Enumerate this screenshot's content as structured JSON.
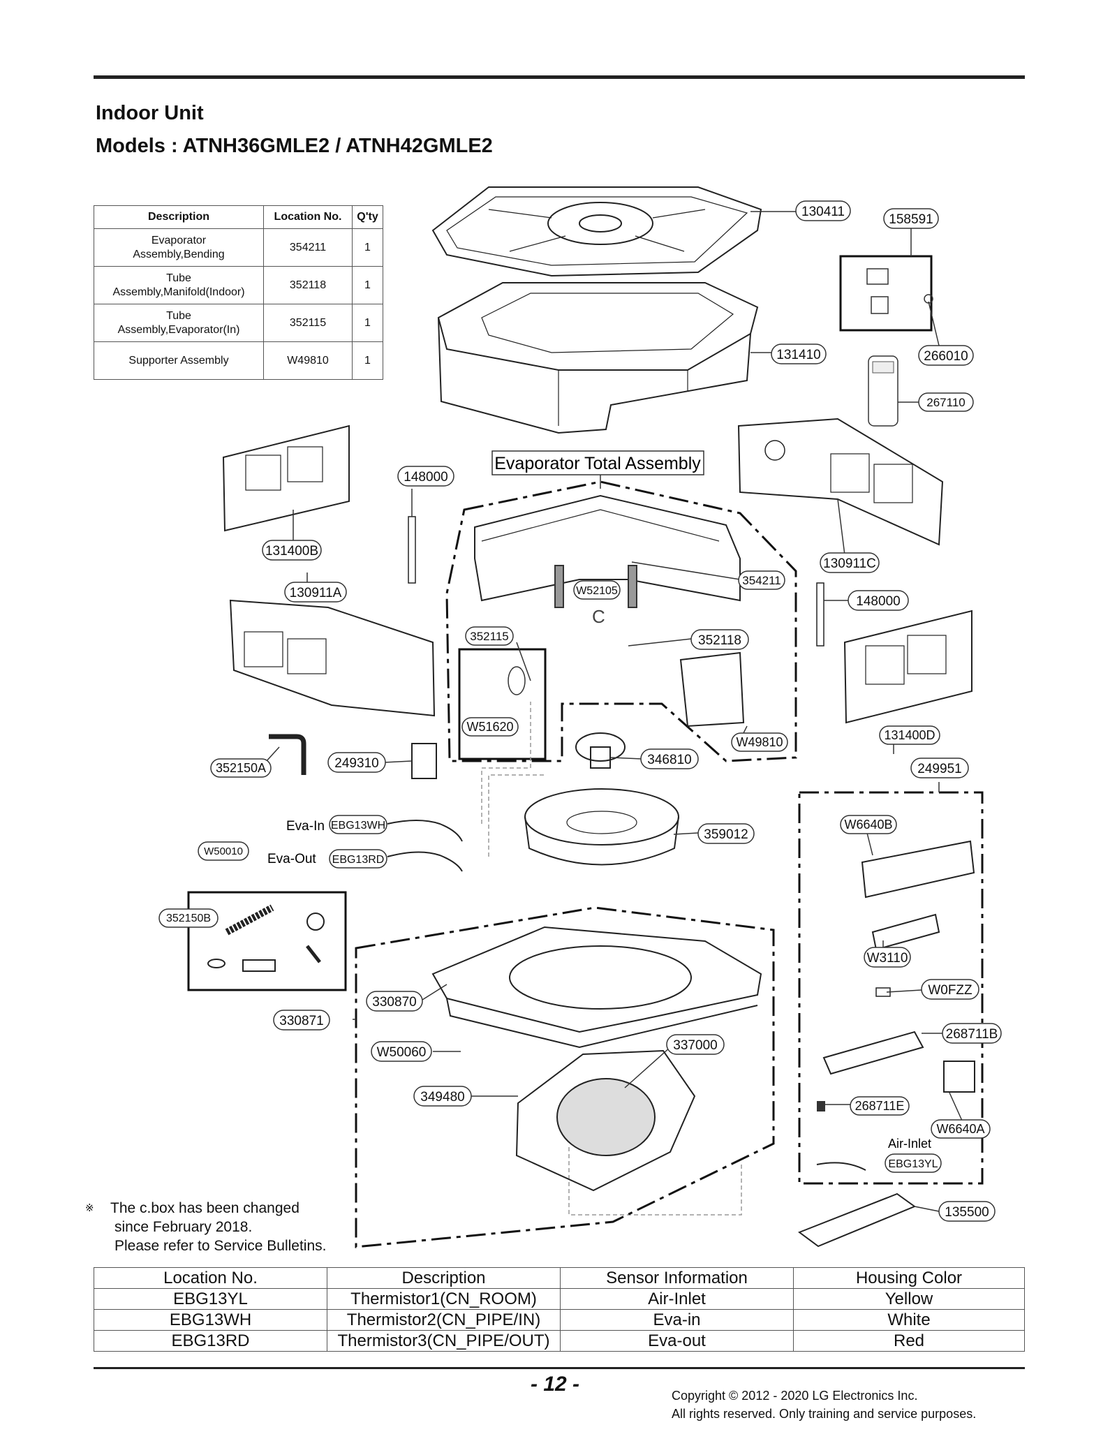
{
  "header": {
    "title": "Indoor Unit",
    "models": "Models : ATNH36GMLE2 / ATNH42GMLE2"
  },
  "parts_table": {
    "headers": [
      "Description",
      "Location No.",
      "Q'ty"
    ],
    "rows": [
      {
        "desc1": "Evaporator",
        "desc2": "Assembly,Bending",
        "loc": "354211",
        "qty": "1"
      },
      {
        "desc1": "Tube",
        "desc2": "Assembly,Manifold(Indoor)",
        "loc": "352118",
        "qty": "1"
      },
      {
        "desc1": "Tube",
        "desc2": "Assembly,Evaporator(In)",
        "loc": "352115",
        "qty": "1"
      },
      {
        "desc1": "Supporter Assembly",
        "desc2": "",
        "loc": "W49810",
        "qty": "1"
      }
    ]
  },
  "diagram": {
    "assembly_label": "Evaporator Total Assembly",
    "callouts": {
      "c130411": "130411",
      "c158591": "158591",
      "c131410": "131410",
      "c266010": "266010",
      "c267110": "267110",
      "c148000a": "148000",
      "c131400B": "131400B",
      "c130911C": "130911C",
      "c354211": "354211",
      "c130911A": "130911A",
      "c148000b": "148000",
      "cW52105": "W52105",
      "c352115": "352115",
      "c352118": "352118",
      "cW51620": "W51620",
      "cW49810": "W49810",
      "c131400D": "131400D",
      "c352150A": "352150A",
      "c249310": "249310",
      "c346810": "346810",
      "c249951": "249951",
      "cEBG13WH": "EBG13WH",
      "cEBG13RD": "EBG13RD",
      "c359012": "359012",
      "cW6640B": "W6640B",
      "cW50010": "W50010",
      "c352150B": "352150B",
      "cW3110": "W3110",
      "cW0FZZ": "W0FZZ",
      "c330870": "330870",
      "c330871": "330871",
      "c268711B": "268711B",
      "cW50060": "W50060",
      "c337000": "337000",
      "c349480": "349480",
      "c268711E": "268711E",
      "cW6640A": "W6640A",
      "cEBG13YL": "EBG13YL",
      "c135500": "135500"
    },
    "labels": {
      "eva_in": "Eva-In",
      "eva_out": "Eva-Out",
      "air_inlet": "Air-Inlet",
      "c_mark": "C"
    }
  },
  "note": {
    "mark": "※",
    "lines": [
      "The c.box has been changed",
      "since February 2018.",
      "Please refer to Service Bulletins."
    ]
  },
  "sensor_table": {
    "headers": [
      "Location No.",
      "Description",
      "Sensor Information",
      "Housing Color"
    ],
    "rows": [
      [
        "EBG13YL",
        "Thermistor1(CN_ROOM)",
        "Air-Inlet",
        "Yellow"
      ],
      [
        "EBG13WH",
        "Thermistor2(CN_PIPE/IN)",
        "Eva-in",
        "White"
      ],
      [
        "EBG13RD",
        "Thermistor3(CN_PIPE/OUT)",
        "Eva-out",
        "Red"
      ]
    ]
  },
  "footer": {
    "page": "- 12 -",
    "copyright": "Copyright © 2012 - 2020 LG Electronics Inc.",
    "rights": "All rights reserved. Only training and service purposes."
  }
}
